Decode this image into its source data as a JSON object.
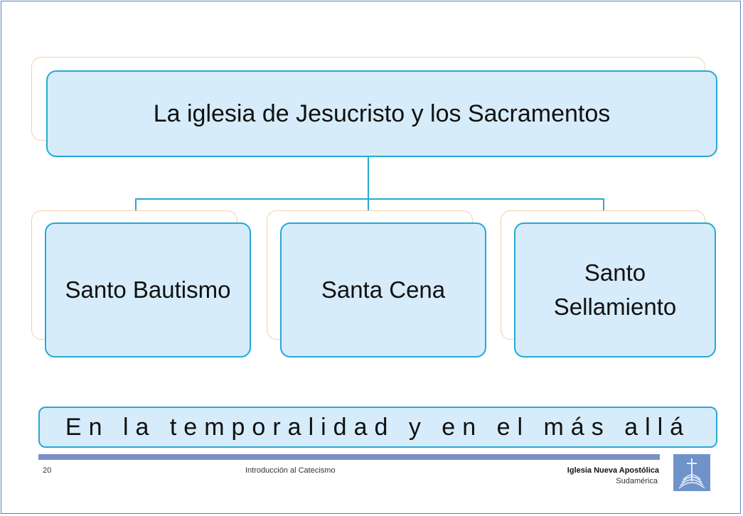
{
  "diagram": {
    "root": {
      "label": "La iglesia de Jesucristo y los Sacramentos"
    },
    "children": [
      {
        "label": "Santo Bautismo"
      },
      {
        "label": "Santa Cena"
      },
      {
        "label": "Santo Sellamiento"
      }
    ],
    "banner": "En la temporalidad y en el más allá"
  },
  "footer": {
    "page_number": "20",
    "course_title": "Introducción al Catecismo",
    "organization": "Iglesia Nueva Apostólica",
    "region": "Sudamérica",
    "logo_icon": "church-logo-icon"
  },
  "colors": {
    "box_fill": "#d6ecfa",
    "box_border": "#27a9d4",
    "shadow_border": "#f2cfa8",
    "footer_bar": "#7b90c4",
    "logo_bg": "#6f93c9"
  }
}
